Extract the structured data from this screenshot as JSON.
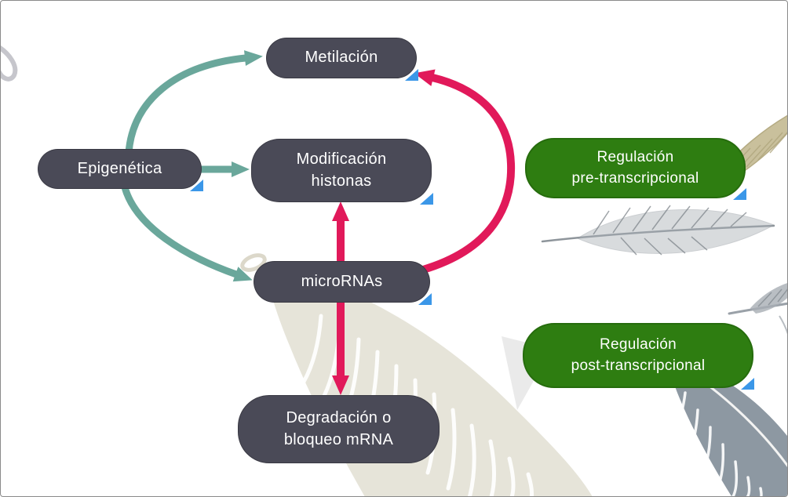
{
  "canvas": {
    "background": "#ffffff",
    "border_color": "#8a8a8a"
  },
  "colors": {
    "canvas_bg": "#ffffff",
    "canvas_border": "#8a8a8a",
    "node_dark": "#4a4a57",
    "node_green": "#2e7d11",
    "node_green_border": "#266c0d",
    "node_text": "#ffffff",
    "arrow_teal": "#6aa79b",
    "arrow_red": "#e1195a",
    "corner_triangle": "#3b97e8",
    "feather_beige": "#e6e4d9",
    "feather_tan": "#c9c09c",
    "feather_slate": "#8d98a2",
    "feather_gray_sketch": "#8e959b"
  },
  "nodes": {
    "epigenetica": {
      "label": "Epigenética"
    },
    "metilacion": {
      "label": "Metilación"
    },
    "modificacion_histonas": {
      "lines": [
        "Modificación",
        "histonas"
      ]
    },
    "micrornas": {
      "label": "microRNAs"
    },
    "degradacion_mrna": {
      "lines": [
        "Degradación o",
        "bloqueo mRNA"
      ]
    },
    "regulacion_pre": {
      "lines": [
        "Regulación",
        "pre-transcripcional"
      ]
    },
    "regulacion_post": {
      "lines": [
        "Regulación",
        "post-transcripcional"
      ]
    }
  },
  "edges": [
    {
      "from": "Epigenética",
      "to": "Metilación",
      "color_key": "arrow_teal"
    },
    {
      "from": "Epigenética",
      "to": "Modificación histonas",
      "color_key": "arrow_teal"
    },
    {
      "from": "Epigenética",
      "to": "microRNAs",
      "color_key": "arrow_teal"
    },
    {
      "from": "microRNAs",
      "to": "Modificación histonas",
      "color_key": "arrow_red"
    },
    {
      "from": "microRNAs",
      "to": "Metilación",
      "color_key": "arrow_red"
    },
    {
      "from": "microRNAs",
      "to": "Degradación o bloqueo mRNA",
      "color_key": "arrow_red"
    }
  ],
  "decorations": {
    "feathers": [
      "gray-quill-curl-top-left",
      "tan-feather-top-right",
      "sketched-gray-feather-right",
      "beige-feather-center",
      "small-gray-feather-right-middle",
      "slate-feather-bottom-right"
    ]
  }
}
